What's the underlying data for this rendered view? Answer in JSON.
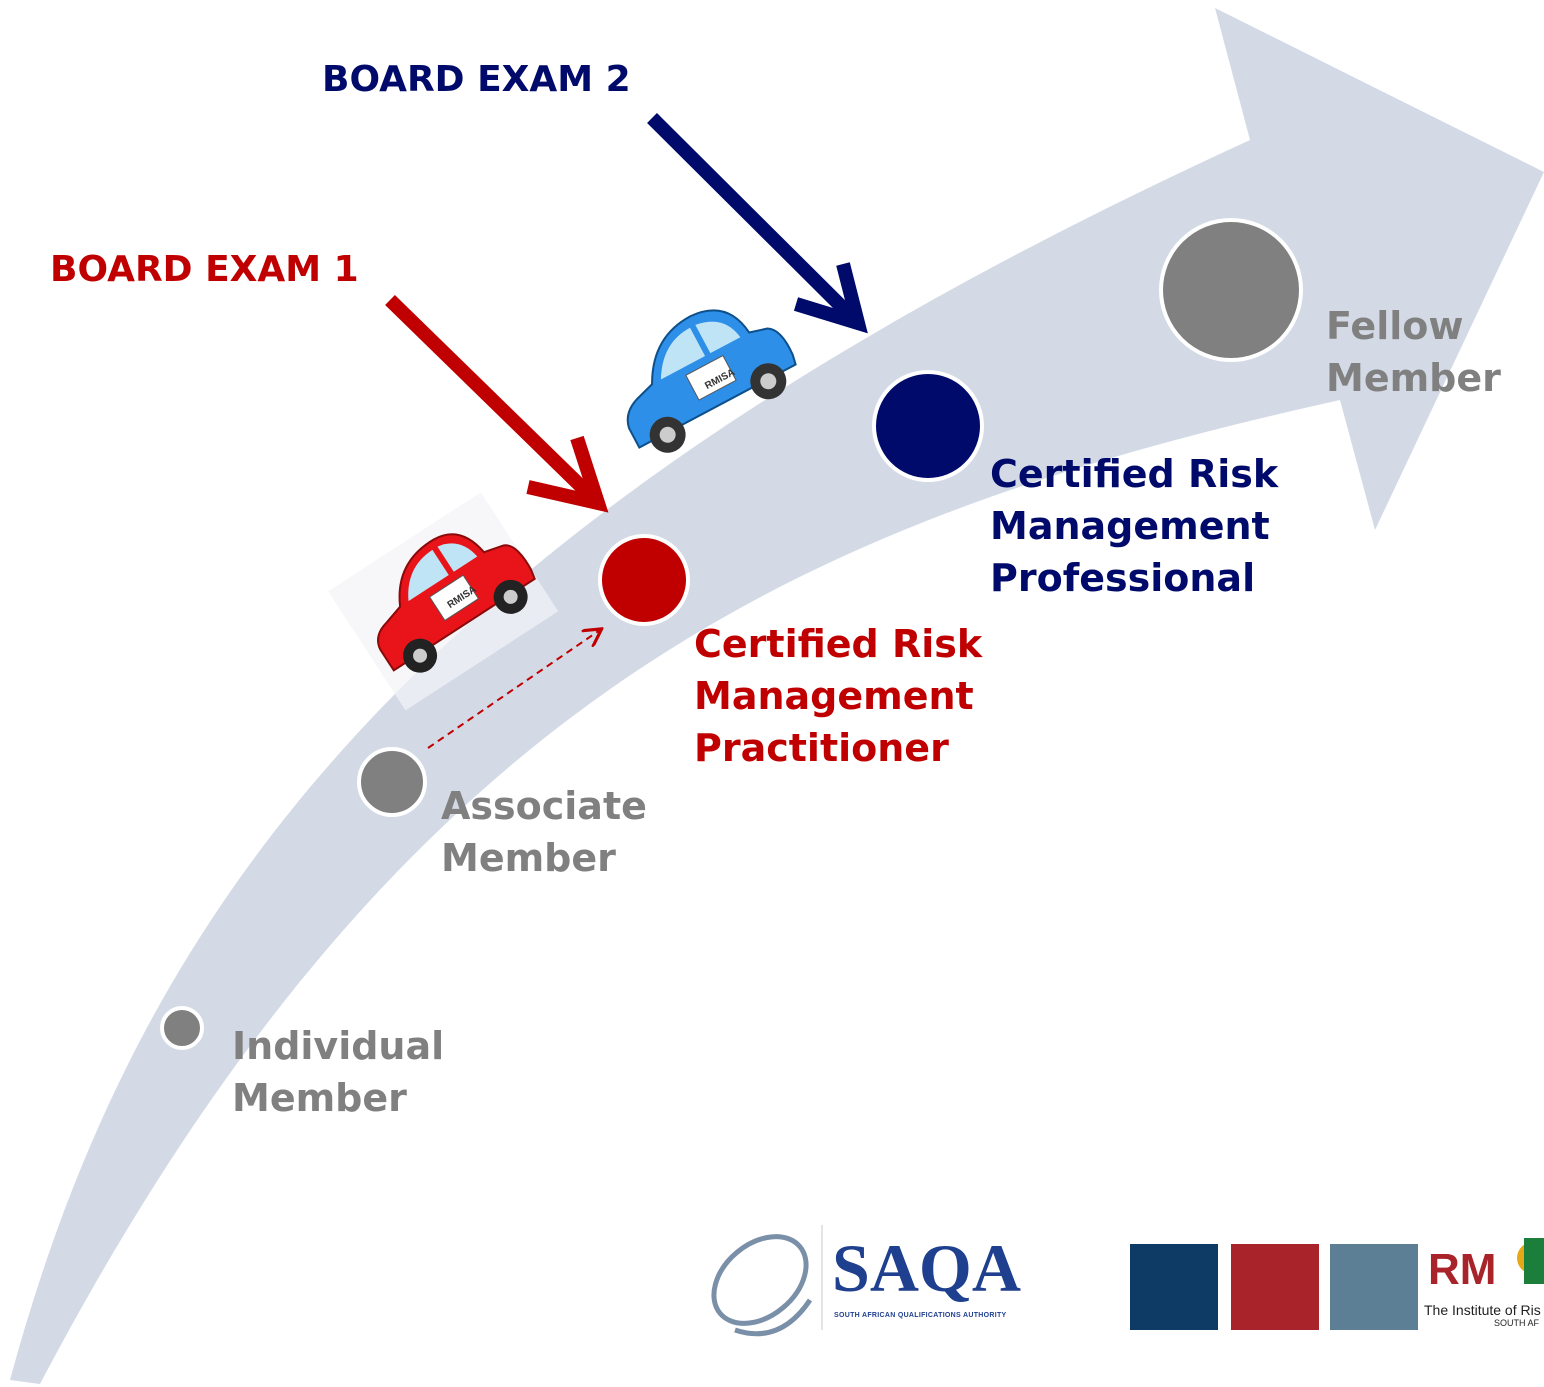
{
  "colors": {
    "road": "#d3dae6",
    "grey": "#808080",
    "red": "#c00000",
    "navy": "#000a6b",
    "car_red": "#e8141a",
    "car_blue": "#2e8fe8",
    "saqa_blue": "#1f3f8f",
    "swatch_navy": "#0d3b66",
    "swatch_red": "#a8232a",
    "swatch_slate": "#5c7f95"
  },
  "exams": {
    "exam1": "BOARD EXAM 1",
    "exam2": "BOARD EXAM 2"
  },
  "stages": {
    "individual": [
      "Individual",
      "Member"
    ],
    "associate": [
      "Associate",
      "Member"
    ],
    "crmp_practitioner": [
      "Certified Risk",
      "Management",
      "Practitioner"
    ],
    "crmp_professional": [
      "Certified Risk",
      "Management",
      "Professional"
    ],
    "fellow": [
      "Fellow",
      "Member"
    ]
  },
  "car_badge": "RMISA",
  "logos": {
    "saqa": {
      "name": "SAQA",
      "tagline": "SOUTH AFRICAN QUALIFICATIONS AUTHORITY"
    },
    "irmsa": {
      "name": "RM",
      "tagline_line1": "The Institute of Ris",
      "tagline_line2": "SOUTH AF"
    }
  },
  "icons": [
    "up-right-arrow",
    "down-right-arrow",
    "dashed-arrow",
    "car-icon",
    "saqa-q-icon"
  ]
}
